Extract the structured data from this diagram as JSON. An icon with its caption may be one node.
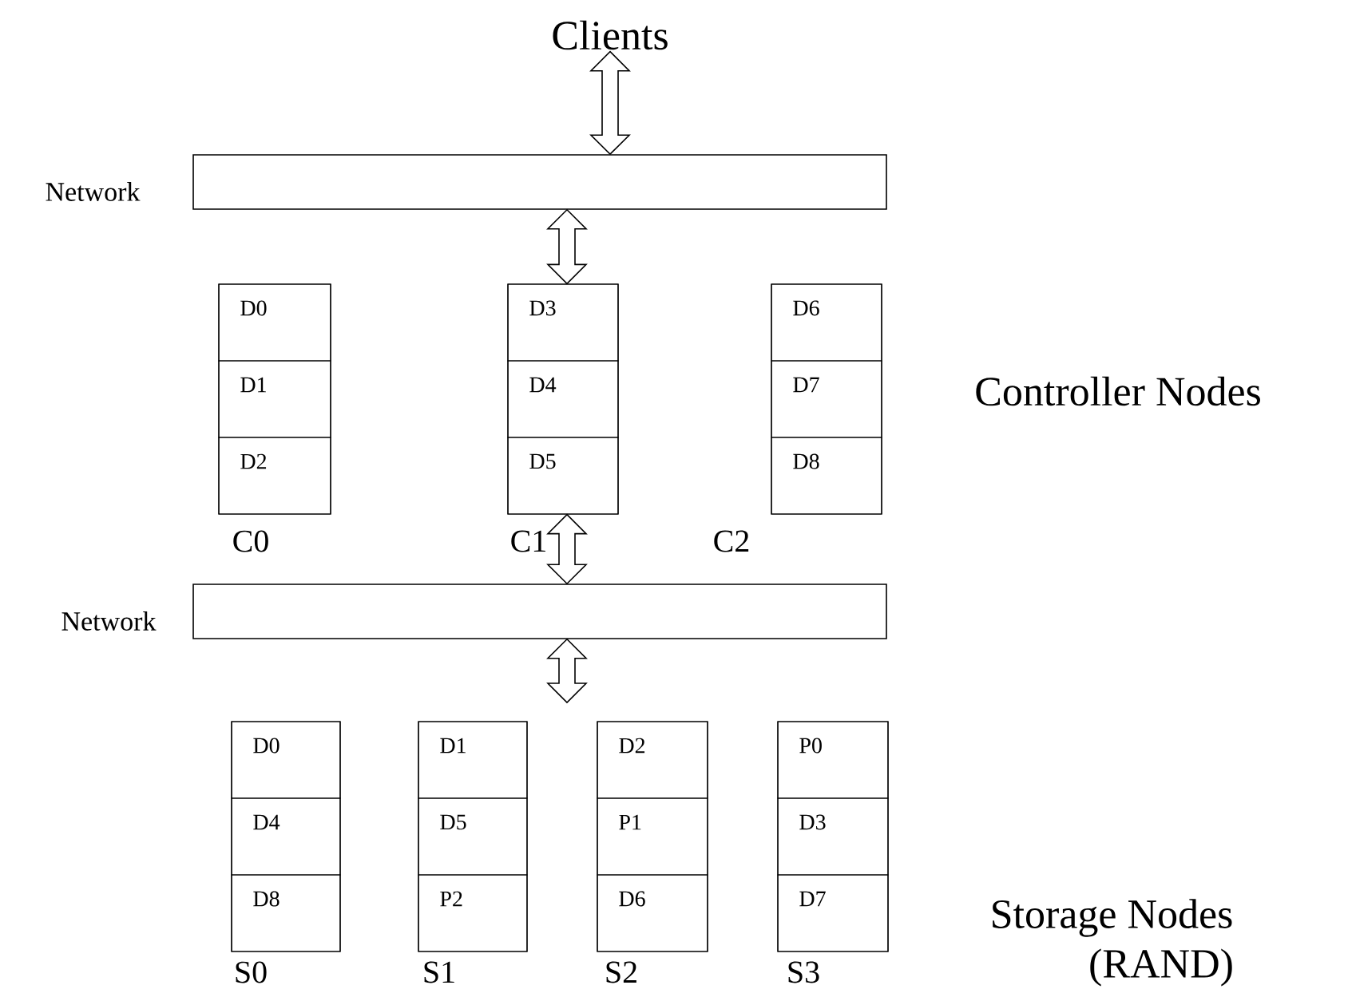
{
  "diagram": {
    "nodes": [
      {
        "text": [
          "Clients"
        ]
      },
      {
        "text": [],
        "shape": "bar",
        "beside": [
          "Network"
        ]
      },
      {
        "text": [],
        "shape": "box",
        "beside": [
          "C0"
        ]
      },
      {
        "text": [
          "D0"
        ],
        "in": 2
      },
      {
        "text": [
          "D1"
        ],
        "in": 2
      },
      {
        "text": [
          "D2"
        ],
        "in": 2
      },
      {
        "text": [],
        "shape": "box",
        "beside": [
          "C1"
        ]
      },
      {
        "text": [
          "D3"
        ],
        "in": 6
      },
      {
        "text": [
          "D4"
        ],
        "in": 6
      },
      {
        "text": [
          "D5"
        ],
        "in": 6
      },
      {
        "text": [],
        "shape": "box",
        "beside": [
          "C2"
        ]
      },
      {
        "text": [
          "D6"
        ],
        "in": 10
      },
      {
        "text": [
          "D7"
        ],
        "in": 10
      },
      {
        "text": [
          "D8"
        ],
        "in": 10
      },
      {
        "text": [],
        "shape": "bar",
        "beside": [
          "Network"
        ]
      },
      {
        "text": [],
        "shape": "box",
        "beside": [
          "S0"
        ]
      },
      {
        "text": [
          "D0"
        ],
        "in": 15
      },
      {
        "text": [
          "D4"
        ],
        "in": 15
      },
      {
        "text": [
          "D8"
        ],
        "in": 15
      },
      {
        "text": [],
        "shape": "box",
        "beside": [
          "S1"
        ]
      },
      {
        "text": [
          "D1"
        ],
        "in": 19
      },
      {
        "text": [
          "D5"
        ],
        "in": 19
      },
      {
        "text": [
          "P2"
        ],
        "in": 19
      },
      {
        "text": [],
        "shape": "box",
        "beside": [
          "S2"
        ]
      },
      {
        "text": [
          "D2"
        ],
        "in": 23
      },
      {
        "text": [
          "P1"
        ],
        "in": 23
      },
      {
        "text": [
          "D6"
        ],
        "in": 23
      },
      {
        "text": [],
        "shape": "box",
        "beside": [
          "S3"
        ]
      },
      {
        "text": [
          "P0"
        ],
        "in": 27
      },
      {
        "text": [
          "D3"
        ],
        "in": 27
      },
      {
        "text": [
          "D7"
        ],
        "in": 27
      }
    ],
    "edges": [
      {
        "from": 0,
        "to": 1,
        "arrow": "both"
      },
      {
        "from": 1,
        "to": 6,
        "arrow": "both"
      },
      {
        "from": 6,
        "to": 14,
        "arrow": "both"
      },
      {
        "from": 14,
        "to": null,
        "arrow": "both"
      }
    ],
    "labels": [
      "Controller Nodes",
      "Storage Nodes",
      "(RAND)"
    ]
  }
}
